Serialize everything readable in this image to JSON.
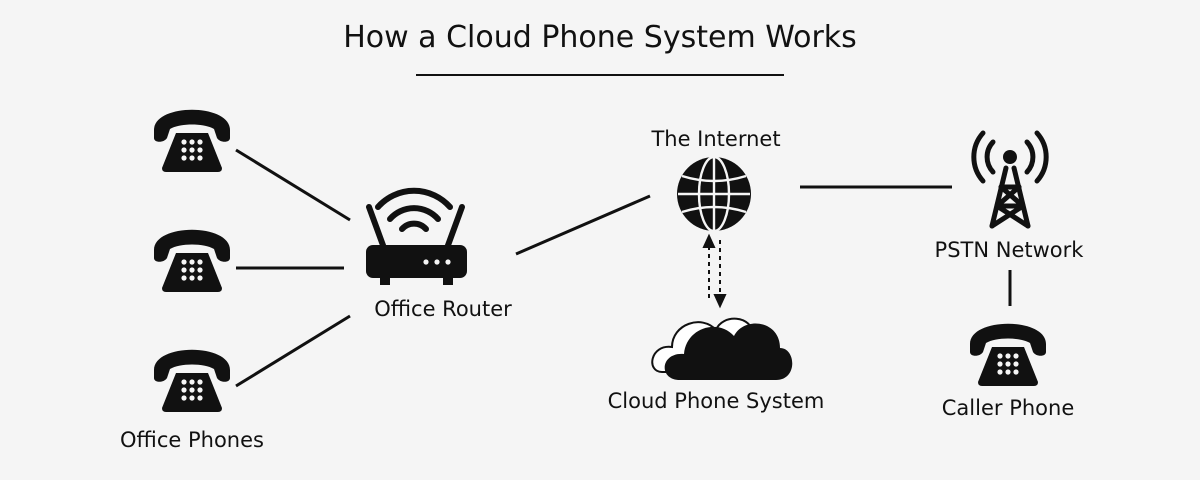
{
  "title": "How a Cloud Phone System Works",
  "nodes": {
    "office_phones": "Office Phones",
    "office_router": "Office Router",
    "internet": "The Internet",
    "cloud_system": "Cloud Phone System",
    "pstn": "PSTN Network",
    "caller_phone": "Caller Phone"
  },
  "colors": {
    "background": "#f5f5f5",
    "ink": "#111111",
    "cloud_outline_fill": "#ffffff"
  },
  "icons": {
    "telephone": "telephone-icon",
    "router": "wifi-router-icon",
    "internet": "globe-icon",
    "cloud": "cloud-icon",
    "tower": "radio-tower-icon"
  }
}
